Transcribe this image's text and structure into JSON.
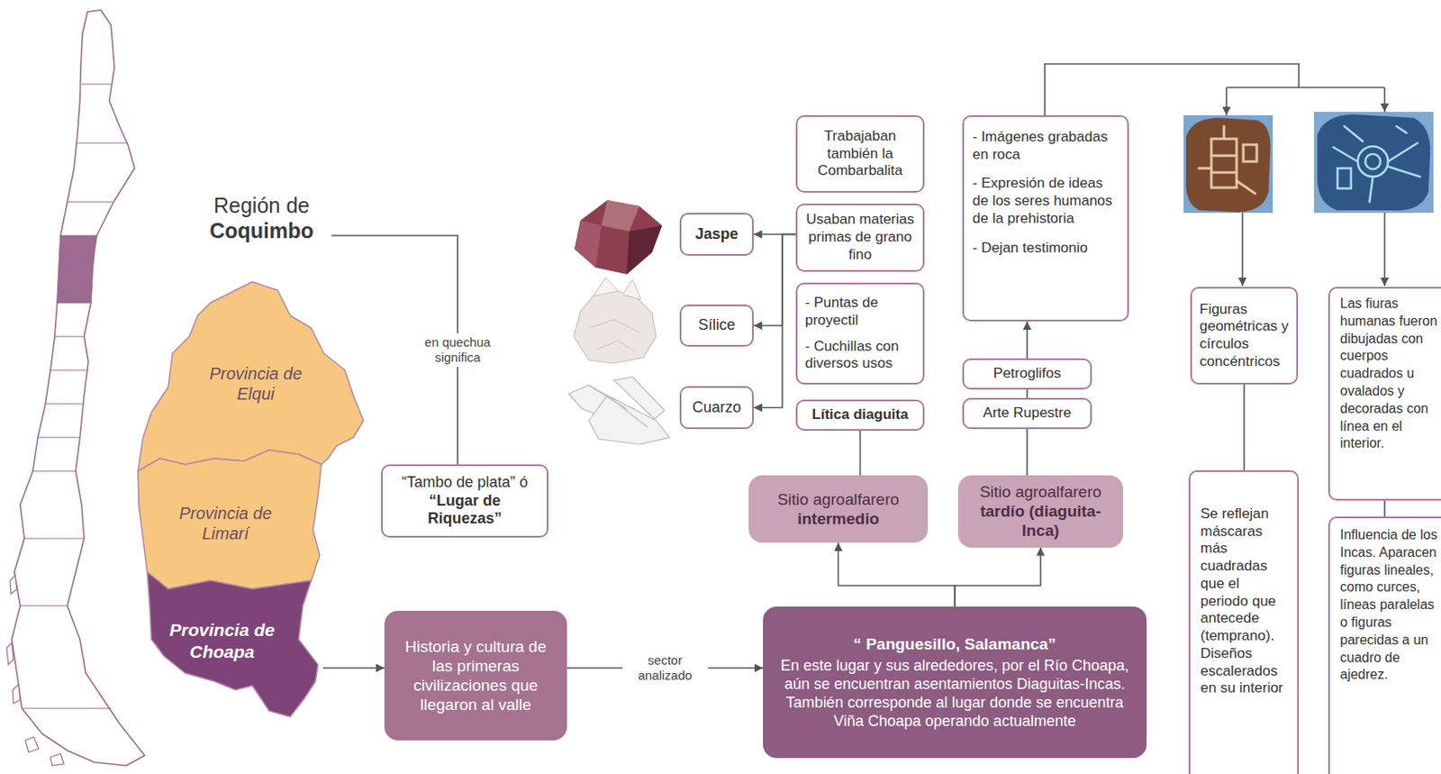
{
  "diagram": {
    "nodes": [
      {
        "text": [
          "Región de Coquimbo"
        ]
      },
      {
        "text": [
          "Provincia de Elqui"
        ]
      },
      {
        "text": [
          "Provincia de Limarí"
        ]
      },
      {
        "text": [
          "Provincia de Choapa"
        ]
      },
      {
        "text": [
          "“Tambo de plata” ó “Lugar de Riquezas”"
        ]
      },
      {
        "text": [
          "Historia y cultura de las primeras civilizaciones que llegaron al valle"
        ]
      },
      {
        "text": [
          "“ Panguesillo, Salamanca”",
          "En este lugar y sus alrededores, por el Río Choapa, aún se encuentran asentamientos Diaguitas-Incas. También corresponde al lugar donde se encuentra Viña Choapa operando actualmente"
        ]
      },
      {
        "text": [
          "Sitio agroalfarero intermedio"
        ]
      },
      {
        "text": [
          "Sitio agroalfarero tardío (diaguita-Inca)"
        ]
      },
      {
        "text": [
          "Lítica diaguita"
        ]
      },
      {
        "text": [
          "- Puntas de proyectil",
          "- Cuchillas con diversos usos"
        ]
      },
      {
        "text": [
          "Usaban materias primas de grano fino"
        ]
      },
      {
        "text": [
          "Trabajaban también la Combarbalita"
        ]
      },
      {
        "text": [
          "Jaspe"
        ]
      },
      {
        "text": [
          "Sílice"
        ]
      },
      {
        "text": [
          "Cuarzo"
        ]
      },
      {
        "text": [
          "Arte Rupestre"
        ]
      },
      {
        "text": [
          "Petroglifos"
        ]
      },
      {
        "text": [
          "- Imágenes grabadas en roca",
          "- Expresión de ideas de los seres humanos de la prehistoria",
          "- Dejan testimonio"
        ]
      },
      {
        "text": [
          "Figuras geométricas y círculos concéntricos"
        ]
      },
      {
        "text": [
          "Se reflejan máscaras más cuadradas que el periodo que antecede (temprano). Diseños escalerados en su interior"
        ]
      },
      {
        "text": [
          "Las fiuras humanas fueron dibujadas con cuerpos cuadrados u ovalados y decoradas con línea en el interior."
        ]
      },
      {
        "text": [
          "Influencia de los Incas. Aparacen figuras lineales, como curces, líneas paralelas o figuras parecidas a un cuadro de ajedrez."
        ]
      }
    ],
    "edges": [
      {
        "from": 0,
        "to": 4,
        "label": "en quechua significa",
        "arrow": "none"
      },
      {
        "from": 3,
        "to": 5,
        "arrow": "to"
      },
      {
        "from": 5,
        "to": 6,
        "label": "sector analizado",
        "arrow": "to"
      },
      {
        "from": 6,
        "to": 7,
        "arrow": "to"
      },
      {
        "from": 6,
        "to": 8,
        "arrow": "to"
      },
      {
        "from": 7,
        "to": 9,
        "arrow": "none"
      },
      {
        "from": 11,
        "to": 13,
        "arrow": "to"
      },
      {
        "from": 11,
        "to": 14,
        "arrow": "to"
      },
      {
        "from": 11,
        "to": 15,
        "arrow": "to"
      },
      {
        "from": 8,
        "to": 16,
        "arrow": "none"
      },
      {
        "from": 16,
        "to": 17,
        "arrow": "none"
      },
      {
        "from": 17,
        "to": 18,
        "arrow": "to"
      },
      {
        "from": 19,
        "to": 20,
        "arrow": "none"
      },
      {
        "from": 21,
        "to": 22,
        "arrow": "none"
      }
    ]
  }
}
